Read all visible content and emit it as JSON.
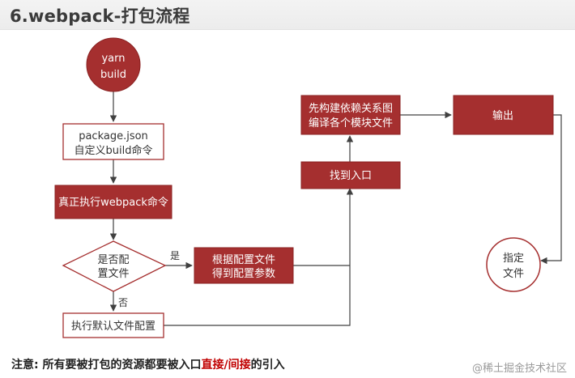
{
  "title": "6.webpack-打包流程",
  "colors": {
    "node_fill": "#a52f2f",
    "node_border": "#8a2222",
    "node_text_on_fill": "#ffffff",
    "outline_border": "#a52f2f",
    "outline_text": "#333333",
    "edge": "#404040",
    "highlight": "#c00000"
  },
  "nodes": {
    "yarn_build": {
      "line1": "yarn",
      "line2": "build"
    },
    "package_json": {
      "line1": "package.json",
      "line2": "自定义build命令"
    },
    "run_webpack": {
      "label": "真正执行webpack命令"
    },
    "has_config": {
      "line1": "是否配",
      "line2": "置文件"
    },
    "read_config": {
      "line1": "根据配置文件",
      "line2": "得到配置参数"
    },
    "default_config": {
      "label": "执行默认文件配置"
    },
    "find_entry": {
      "label": "找到入口"
    },
    "build_graph": {
      "line1": "先构建依赖关系图",
      "line2": "编译各个模块文件"
    },
    "output": {
      "label": "输出"
    },
    "target_file": {
      "line1": "指定",
      "line2": "文件"
    }
  },
  "edges": {
    "yes_label": "是",
    "no_label": "否"
  },
  "note": {
    "prefix": "注意: 所有要被打包的资源都要被入口",
    "highlight": "直接/间接",
    "suffix": "的引入"
  },
  "watermark": "@稀土掘金技术社区"
}
